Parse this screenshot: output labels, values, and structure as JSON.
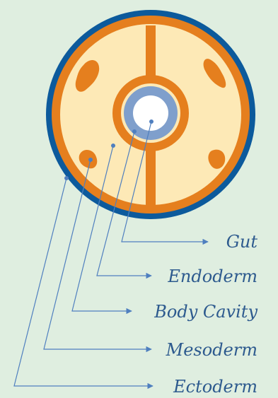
{
  "labels": {
    "gut": "Gut",
    "endoderm": "Endoderm",
    "body_cavity": "Body Cavity",
    "mesoderm": "Mesoderm",
    "ectoderm": "Ectoderm"
  },
  "colors": {
    "background": "#dfeee0",
    "ectoderm": "#0c5a9c",
    "mesoderm": "#e57f1e",
    "body_cavity": "#fde9b6",
    "endoderm": "#7f9fcc",
    "gut": "#ffffff",
    "leader": "#4f7fbf"
  }
}
